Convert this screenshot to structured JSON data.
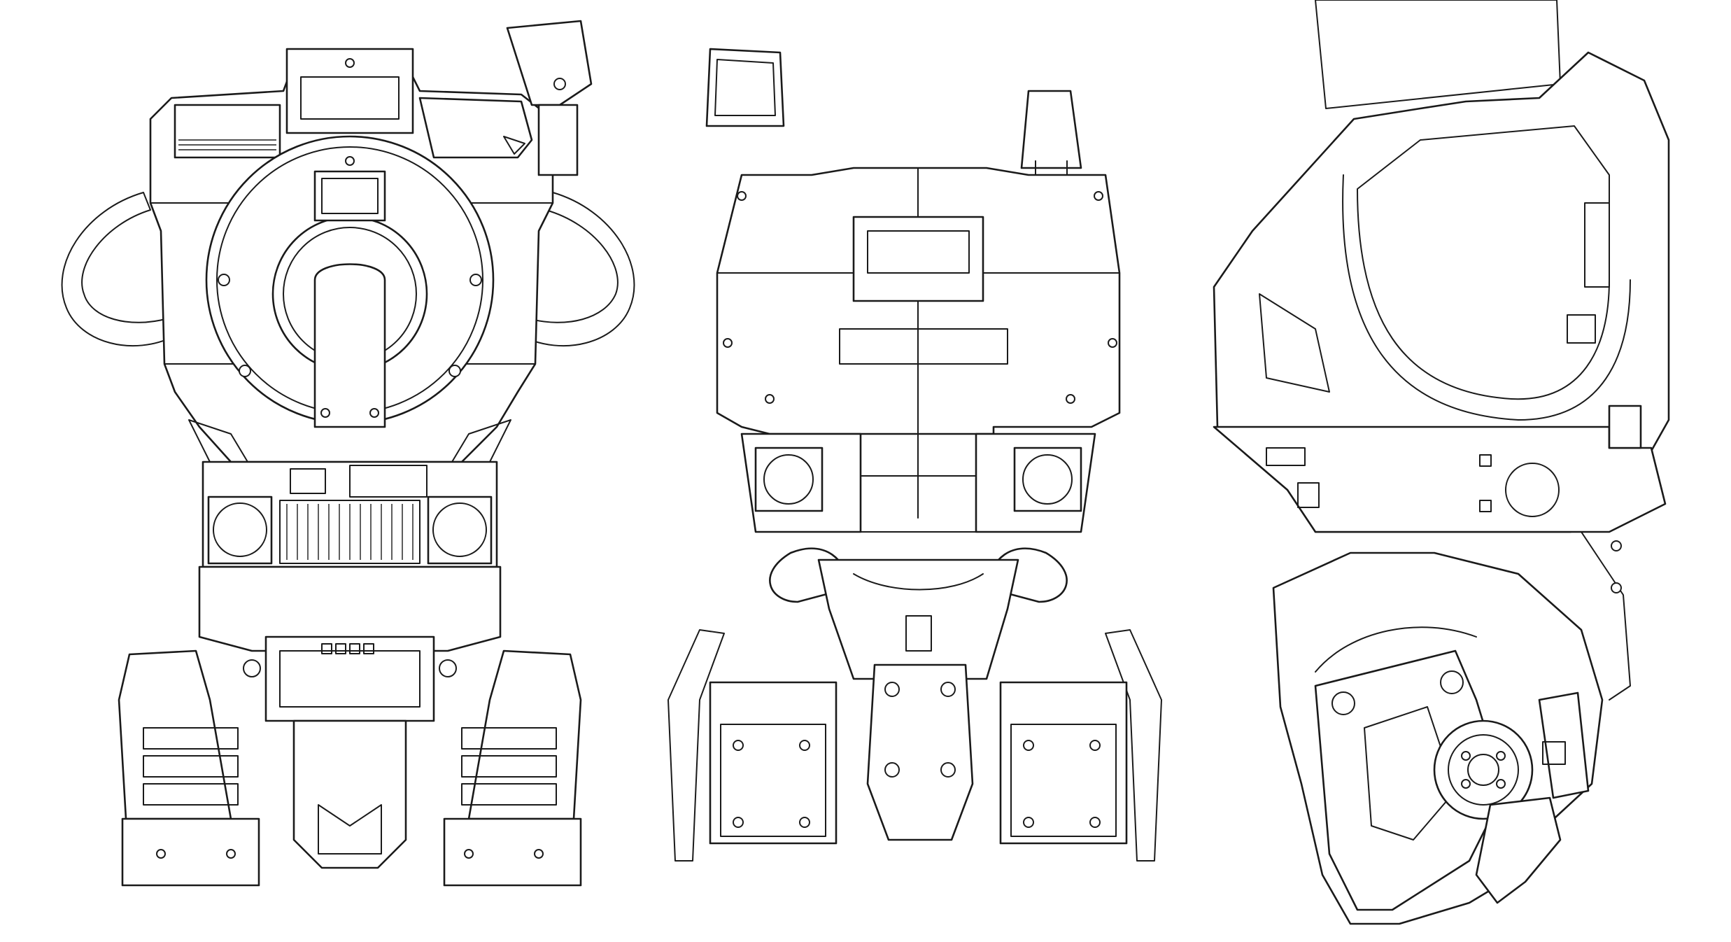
{
  "sheet": {
    "background": "#ffffff",
    "line_color": "#1a1a1a",
    "views": [
      {
        "id": "front",
        "kind": "front-view"
      },
      {
        "id": "back",
        "kind": "back-view"
      },
      {
        "id": "side",
        "kind": "side-view"
      }
    ]
  }
}
